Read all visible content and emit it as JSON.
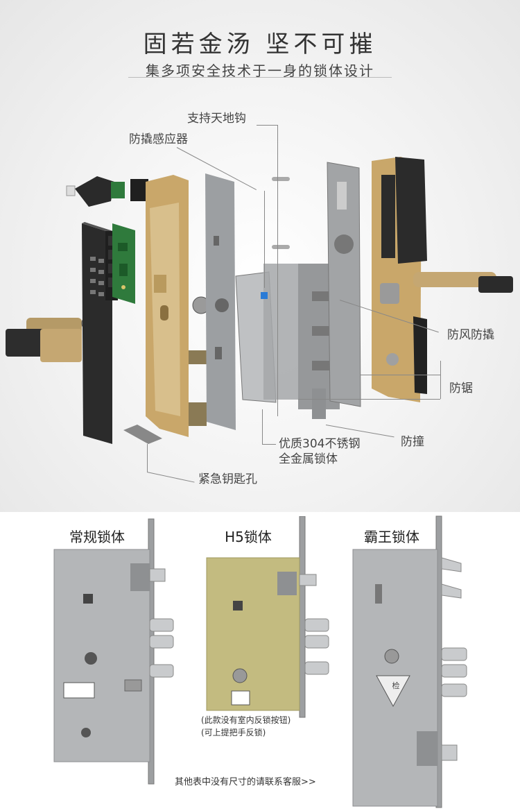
{
  "header": {
    "title": "固若金汤  坚不可摧",
    "subtitle": "集多项安全技术于一身的锁体设计"
  },
  "callouts": {
    "sky_earth_hook": "支持天地钩",
    "anti_pry_sensor": "防撬感应器",
    "wind_pry": "防风防撬",
    "anti_saw": "防锯",
    "anti_impact": "防撞",
    "steel_line1": "优质304不锈钢",
    "steel_line2": "全金属锁体",
    "emergency_keyhole": "紧急钥匙孔"
  },
  "lock_bodies": {
    "regular": {
      "title": "常规锁体"
    },
    "h5": {
      "title": "H5锁体",
      "note_line1": "(此款没有室内反锁按钮)",
      "note_line2": "(可上提把手反锁)"
    },
    "overlord": {
      "title": "霸王锁体",
      "label": "检"
    }
  },
  "footer": {
    "contact": "其他表中没有尺寸的请联系客服>>"
  },
  "colors": {
    "gold": "#c9a76a",
    "steel": "#a9abad",
    "dark_panel": "#2b2b2b",
    "pcb": "#2f7a3c",
    "h5_plate": "#c3bb80"
  }
}
